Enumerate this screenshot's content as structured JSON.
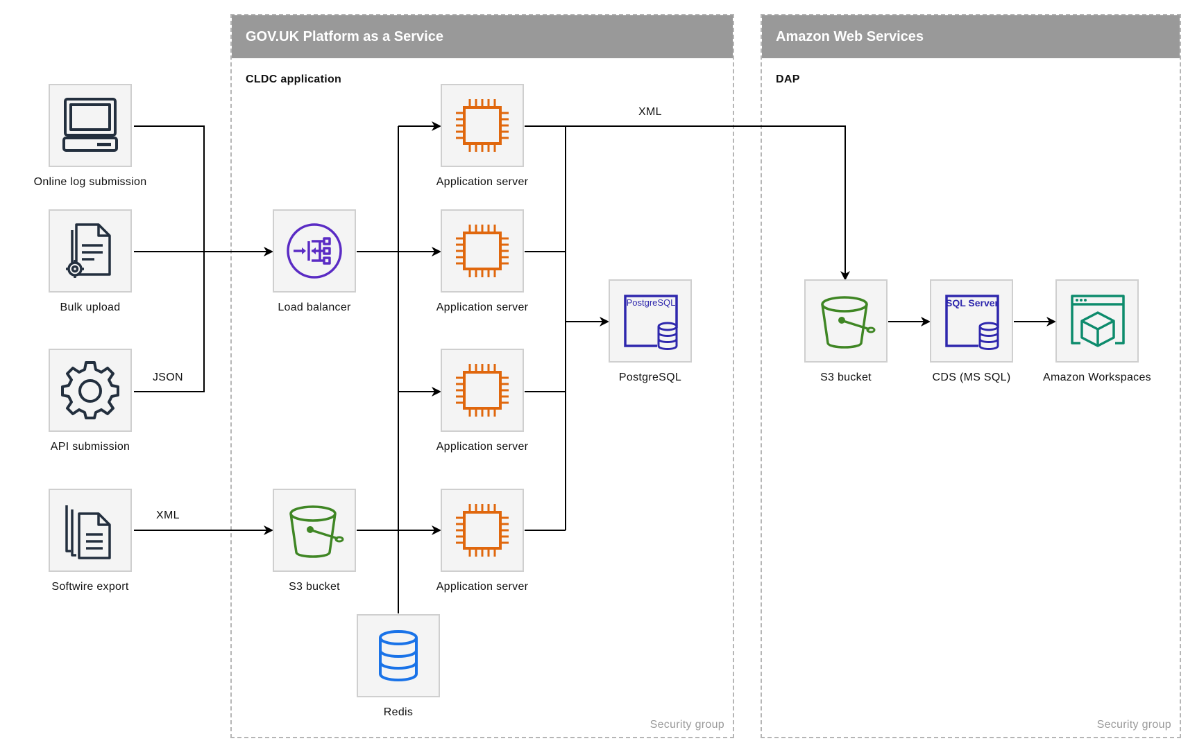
{
  "groups": {
    "paas": {
      "title": "GOV.UK Platform as a Service",
      "subtitle": "CLDC application",
      "footer": "Security group"
    },
    "aws": {
      "title": "Amazon Web Services",
      "subtitle": "DAP",
      "footer": "Security group"
    }
  },
  "nodes": {
    "online_log": {
      "label": "Online log submission",
      "icon": "computer-icon"
    },
    "bulk_upload": {
      "label": "Bulk upload",
      "icon": "document-gear-icon"
    },
    "api_submission": {
      "label": "API submission",
      "icon": "gear-icon"
    },
    "softwire_export": {
      "label": "Softwire export",
      "icon": "documents-stack-icon"
    },
    "load_balancer": {
      "label": "Load balancer",
      "icon": "load-balancer-icon"
    },
    "s3_paas": {
      "label": "S3 bucket",
      "icon": "s3-bucket-icon"
    },
    "redis": {
      "label": "Redis",
      "icon": "database-icon"
    },
    "app1": {
      "label": "Application server",
      "icon": "chip-icon"
    },
    "app2": {
      "label": "Application server",
      "icon": "chip-icon"
    },
    "app3": {
      "label": "Application server",
      "icon": "chip-icon"
    },
    "app4": {
      "label": "Application server",
      "icon": "chip-icon"
    },
    "postgres": {
      "label": "PostgreSQL",
      "icon": "postgresql-icon",
      "badge": "PostgreSQL"
    },
    "s3_aws": {
      "label": "S3 bucket",
      "icon": "s3-bucket-icon"
    },
    "cds": {
      "label": "CDS (MS SQL)",
      "icon": "sql-server-icon",
      "badge": "SQL Server"
    },
    "workspaces": {
      "label": "Amazon Workspaces",
      "icon": "workspaces-icon"
    }
  },
  "edges": {
    "json_label": "JSON",
    "xml_softwire_label": "XML",
    "xml_dap_label": "XML"
  },
  "colors": {
    "header_gray": "#999999",
    "chip_orange": "#e0670d",
    "lb_purple": "#5a2bc4",
    "s3_green": "#3f8624",
    "db_blue": "#1a73e8",
    "sql_navy": "#2e27ad",
    "workspaces_teal": "#0d8b6c",
    "icon_dark": "#232f3e"
  }
}
